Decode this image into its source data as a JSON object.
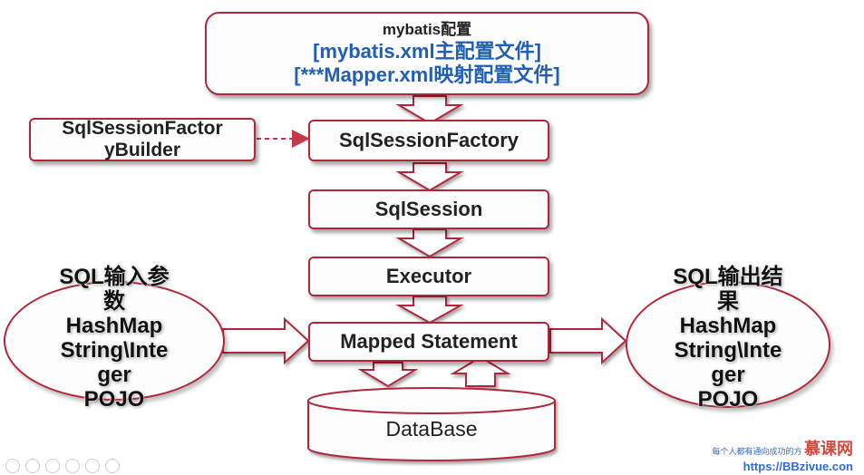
{
  "config": {
    "line1": "mybatis配置",
    "line2": "[mybatis.xml主配置文件]",
    "line3": "[***Mapper.xml映射配置文件]"
  },
  "builder": {
    "line1": "SqlSessionFactor",
    "line2": "yBuilder"
  },
  "factory": {
    "label": "SqlSessionFactory"
  },
  "session": {
    "label": "SqlSession"
  },
  "executor": {
    "label": "Executor"
  },
  "mapped": {
    "label": "Mapped Statement"
  },
  "database": {
    "label": "DataBase"
  },
  "input": {
    "lines": [
      "SQL输入参",
      "数",
      "HashMap",
      "String\\Inte",
      "ger",
      "POJO"
    ]
  },
  "output": {
    "lines": [
      "SQL输出结",
      "果",
      "HashMap",
      "String\\Inte",
      "ger",
      "POJO"
    ]
  },
  "watermark": {
    "slogan": "每个人都有通向成功的方",
    "brand": "慕课网",
    "url": "https://BBzivue.con"
  },
  "colors": {
    "border": "#b0273a",
    "text_blue": "#1f5fb5",
    "arrow_fill": "#ffffff"
  }
}
